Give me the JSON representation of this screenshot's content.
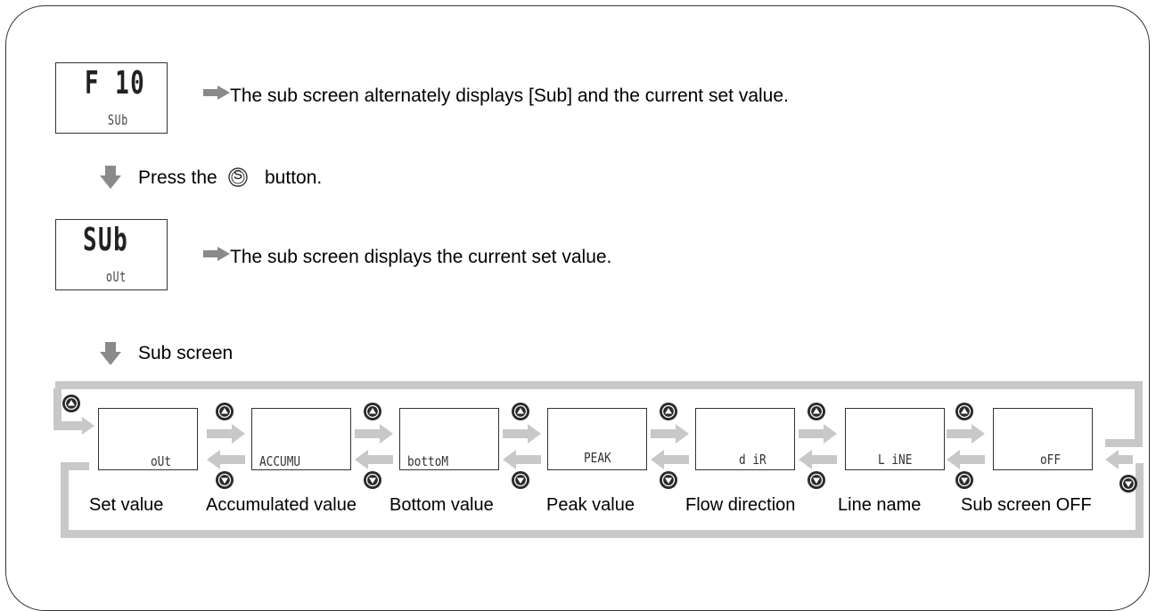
{
  "step1": {
    "display_main": "F 10",
    "display_sub": "SUb",
    "description": "The sub screen alternately displays [Sub] and the current set value."
  },
  "step1_action": {
    "before": "Press the",
    "button_symbol": "S",
    "after": "button."
  },
  "step2": {
    "display_main": "SUb",
    "display_sub": "oUt",
    "description": "The sub screen displays the current set value."
  },
  "step2_action": {
    "label": "Sub screen"
  },
  "cycle": {
    "items": [
      {
        "display": "oUt",
        "label": "Set value"
      },
      {
        "display": "ACCUMU",
        "label": "Accumulated value"
      },
      {
        "display": "bottoM",
        "label": "Bottom value"
      },
      {
        "display": "PEAK",
        "label": "Peak value"
      },
      {
        "display": "d iR",
        "label": "Flow direction"
      },
      {
        "display": "L iNE",
        "label": "Line name"
      },
      {
        "display": "oFF",
        "label": "Sub screen OFF"
      }
    ]
  },
  "colors": {
    "arrow": "#c8c8c8",
    "step_arrow": "#8a8a8a",
    "button": "#2a2a2a",
    "border": "#333333"
  },
  "icons": {
    "up_button": "up-button-icon",
    "down_button": "down-button-icon",
    "s_button": "s-button-icon"
  }
}
